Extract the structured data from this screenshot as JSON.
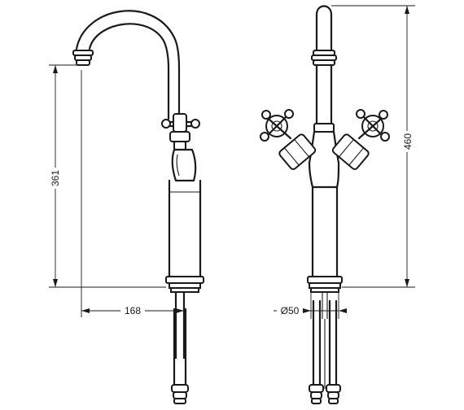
{
  "dimensions": {
    "spout_height": "361",
    "overall_height": "460",
    "spout_reach": "168",
    "base_diameter": "Ø50"
  }
}
